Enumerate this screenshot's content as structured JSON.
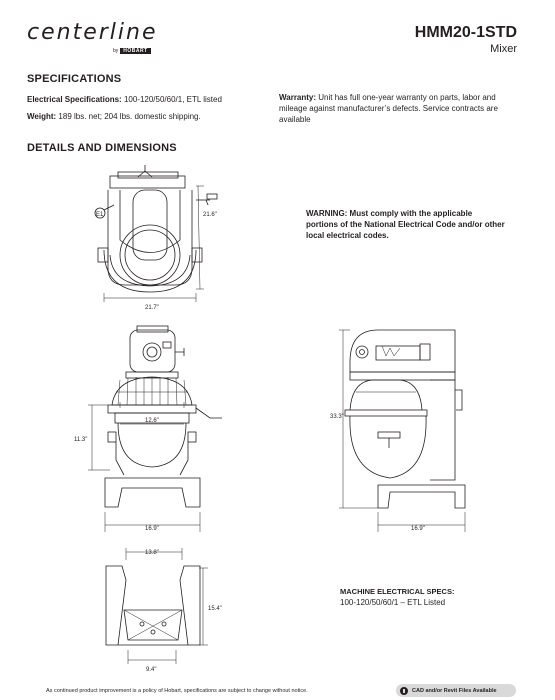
{
  "header": {
    "brand": "centerline",
    "brand_by": "by",
    "brand_parent": "HOBART",
    "model": "HMM20-1STD",
    "product_type": "Mixer"
  },
  "specifications": {
    "heading": "SPECIFICATIONS",
    "electrical_label": "Electrical Specifications:",
    "electrical_value": "100-120/50/60/1, ETL listed",
    "weight_label": "Weight:",
    "weight_value": "189 lbs. net; 204 lbs. domestic shipping.",
    "warranty_label": "Warranty:",
    "warranty_value": "Unit has full one-year warranty on parts, labor and mileage against manufacturer’s defects. Service contracts are available"
  },
  "details": {
    "heading": "DETAILS AND DIMENSIONS",
    "warning": "WARNING: Must comply with the applicable portions of the National Electrical Code and/or other local electrical codes.",
    "machine_specs_title": "MACHINE ELECTRICAL SPECS:",
    "machine_specs_value": "100-120/50/60/1 – ETL Listed"
  },
  "dimensions": {
    "top_e1": "E1",
    "top_depth": "21.6\"",
    "top_width": "21.7\"",
    "front_bowl": "12.6\"",
    "front_height": "11.3\"",
    "front_base": "16.9\"",
    "side_height": "33.3\"",
    "side_base": "16.9\"",
    "base_top": "13.8\"",
    "base_depth": "15.4\"",
    "base_bottom": "9.4\""
  },
  "footer": {
    "note": "As continued product improvement is a policy of Hobart, specifications are subject to change without notice.",
    "cad_label": "CAD and/or Revit Files Available"
  },
  "colors": {
    "ink": "#231f20",
    "badge": "#d9d9d9"
  }
}
